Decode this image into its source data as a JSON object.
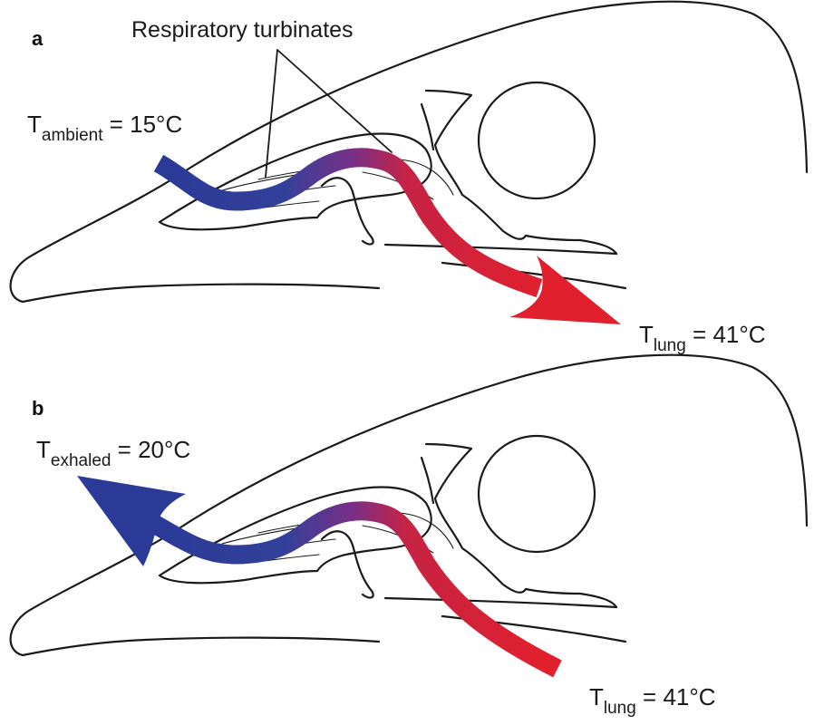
{
  "panels": [
    {
      "letter": "a",
      "callout": "Respiratory turbinates",
      "inlet_label": {
        "symbol": "T",
        "subscript": "ambient",
        "value": " = 15°C"
      },
      "outlet_label": {
        "symbol": "T",
        "subscript": "lung",
        "value": " = 41°C"
      }
    },
    {
      "letter": "b",
      "inlet_label": {
        "symbol": "T",
        "subscript": "exhaled",
        "value": " = 20°C"
      },
      "outlet_label": {
        "symbol": "T",
        "subscript": "lung",
        "value": " = 41°C"
      }
    }
  ],
  "colors": {
    "cold": "#2b3a97",
    "mid": "#7a2f86",
    "warm": "#e1202d",
    "line": "#1a1a1a"
  }
}
